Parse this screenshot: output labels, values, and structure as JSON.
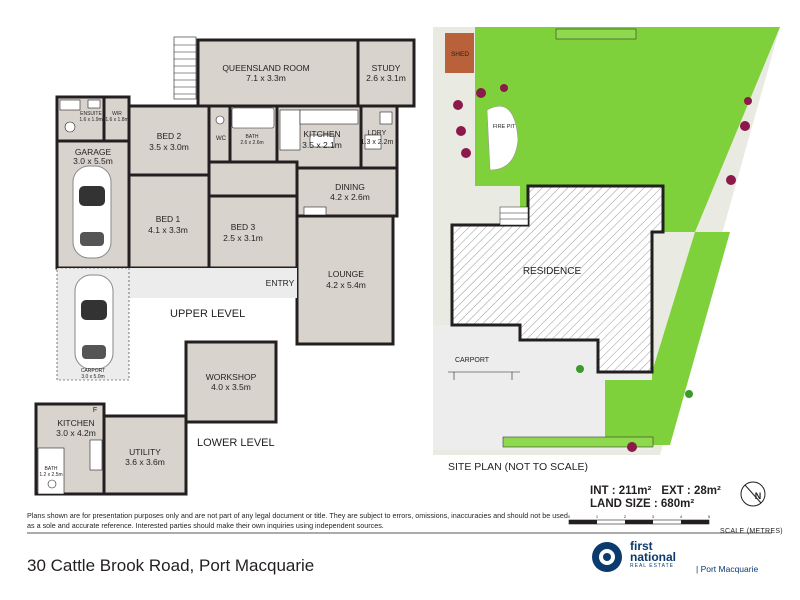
{
  "rooms": {
    "queensland": {
      "name": "QUEENSLAND ROOM",
      "dim": "7.1 x 3.3m"
    },
    "study": {
      "name": "STUDY",
      "dim": "2.6 x 3.1m"
    },
    "ensuite": {
      "name": "ENSUITE",
      "dim": "1.6 x 1.9m"
    },
    "wir": {
      "name": "WIR",
      "dim": "1.6 x 1.8m"
    },
    "bed2": {
      "name": "BED 2",
      "dim": "3.5 x 3.0m"
    },
    "wc": {
      "name": "WC"
    },
    "bath": {
      "name": "BATH",
      "dim": "2.6 x 2.6m"
    },
    "kitchen": {
      "name": "KITCHEN",
      "dim": "3.5 x 2.1m"
    },
    "ldry": {
      "name": "LDRY",
      "dim": "1.3 x 2.2m"
    },
    "garage": {
      "name": "GARAGE",
      "dim": "3.0 x 5.5m"
    },
    "dining": {
      "name": "DINING",
      "dim": "4.2 x 2.6m"
    },
    "bed1": {
      "name": "BED 1",
      "dim": "4.1 x 3.3m"
    },
    "bed3": {
      "name": "BED 3",
      "dim": "2.5 x 3.1m"
    },
    "lounge": {
      "name": "LOUNGE",
      "dim": "4.2 x 5.4m"
    },
    "entry": {
      "name": "ENTRY"
    },
    "carport": {
      "name": "CARPORT",
      "dim": "3.0 x 5.0m"
    },
    "workshop": {
      "name": "WORKSHOP",
      "dim": "4.0 x 3.5m"
    },
    "lower_kitchen": {
      "name": "KITCHEN",
      "dim": "3.0 x 4.2m"
    },
    "lower_bath": {
      "name": "BATH",
      "dim": "1.2 x 2.5m"
    },
    "utility": {
      "name": "UTILITY",
      "dim": "3.6 x 3.6m"
    }
  },
  "levels": {
    "upper": "UPPER LEVEL",
    "lower": "LOWER LEVEL"
  },
  "fridge_marker": "F",
  "site": {
    "shed": "SHED",
    "fire_pit": "FIRE PIT",
    "residence": "RESIDENCE",
    "carport": "CARPORT",
    "caption": "SITE PLAN (NOT TO SCALE)"
  },
  "stats": {
    "int": "INT : 211m²",
    "ext": "EXT : 28m²",
    "land": "LAND SIZE : 680m²"
  },
  "compass_letter": "N",
  "scale": {
    "label": "SCALE (METRES)",
    "ticks": [
      "0",
      "1",
      "2",
      "3",
      "4",
      "5"
    ]
  },
  "disclaimer": "Plans shown are for presentation purposes only and are not part of any legal document or title. They are subject to errors, omissions, inaccuracies and should not be used as a sole and accurate reference. Interested parties should make their own inquiries using independent sources.",
  "address": "30 Cattle Brook Road, Port Macquarie",
  "brand": {
    "line1": "first",
    "line2": "national",
    "line3": "REAL ESTATE",
    "office": "| Port Macquarie"
  },
  "colors": {
    "floor": "#d9d3ce",
    "wall": "#231f20",
    "lawn": "#7fd13b",
    "garden": "#e6e8e0",
    "paving": "#ededed",
    "shed": "#b8613a",
    "brand": "#0b3a6e"
  }
}
